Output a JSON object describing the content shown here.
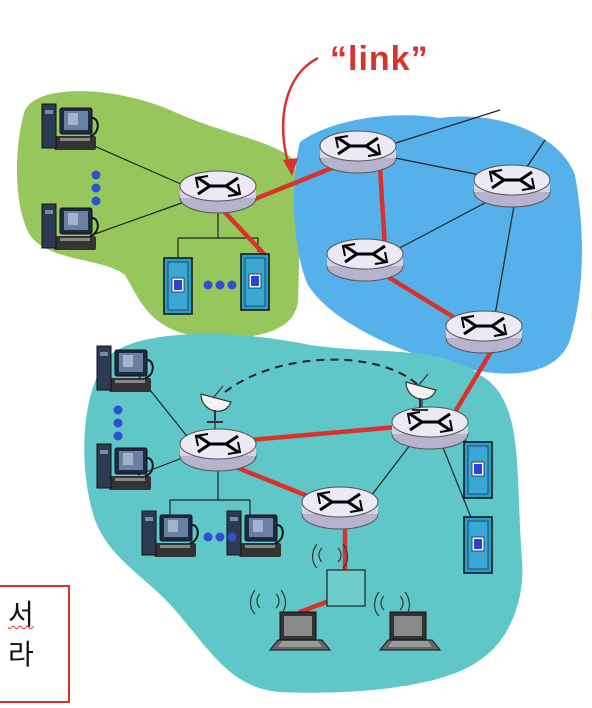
{
  "annotation": {
    "link_label": "“link”"
  },
  "side_note": {
    "line1": "서",
    "line2": "라"
  },
  "colors": {
    "link_red": "#d9312b",
    "green_net": "#97c75c",
    "blue_net": "#56b0ea",
    "teal_net": "#5fc7c7",
    "router_body": "#e4e0ee",
    "server_blue": "#2f6fd1"
  },
  "icons": {
    "router": "router-icon",
    "computer": "desktop-computer-icon",
    "server": "server-icon",
    "laptop": "laptop-icon",
    "satellite_dish": "satellite-dish-icon",
    "wireless_ap": "wireless-access-point-icon"
  }
}
